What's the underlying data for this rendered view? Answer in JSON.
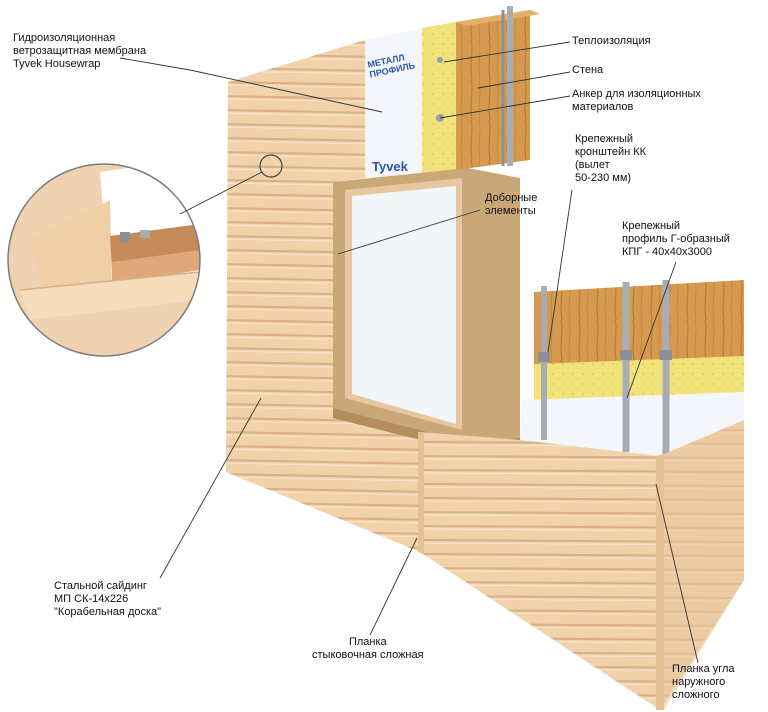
{
  "labels": {
    "membrane": "Гидроизоляционная\nветрозащитная мембрана\nTyvek Housewrap",
    "insulation": "Теплоизоляция",
    "wall": "Стена",
    "anchor": "Анкер для изоляционных\nматериалов",
    "bracket": "Крепежный\nкронштейн КК\n(вылет\n50-230 мм)",
    "trim": "Доборные\nэлементы",
    "profile": "Крепежный\nпрофиль Г-образный\nКПГ - 40х40х3000",
    "siding": "Стальной сайдинг\nМП СК-14х226\n\"Корабельная доска\"",
    "joint_strip": "Планка\nстыковочная сложная",
    "corner_strip": "Планка угла\nнаружного\nсложного"
  },
  "membrane_print": {
    "brand": "МЕТАЛЛ ПРОФИЛЬ",
    "tyvek": "Tyvek"
  },
  "colors": {
    "siding": "#f2d2ab",
    "siding_shadow": "#d7b089",
    "insulation": "#f1e27a",
    "wood": "#d59a4f",
    "membrane": "#f4f6fb",
    "brand_blue": "#2a56a8",
    "glass": "#f3f6f8",
    "frame": "#c9a777"
  }
}
